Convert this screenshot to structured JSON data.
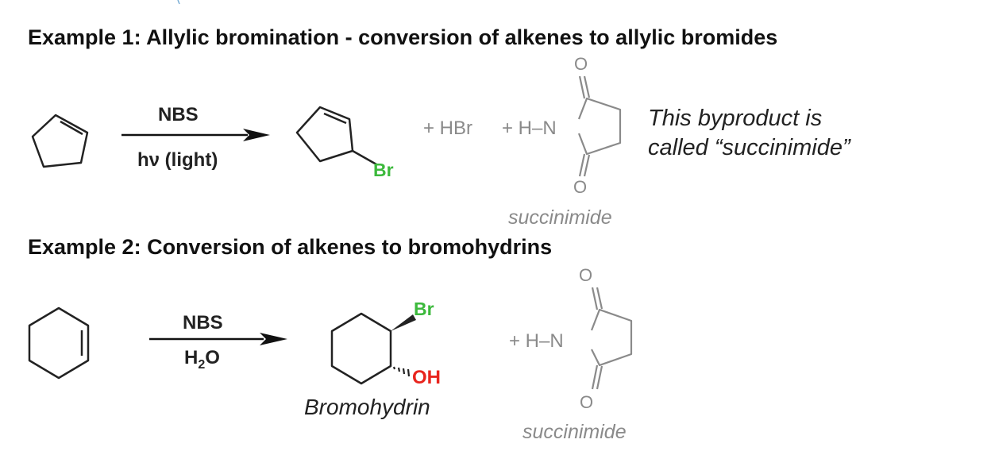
{
  "example1": {
    "heading": "Example 1: Allylic bromination - conversion of alkenes to allylic bromides",
    "reagent_top": "NBS",
    "reagent_bottom": "hν (light)",
    "product_atom": "Br",
    "byproduct_hbr": "+ HBr",
    "byproduct_nh": "+ H–N",
    "oxygen_label": "O",
    "succinimide_caption": "succinimide",
    "note_line1": "This byproduct is",
    "note_line2": "called “succinimide”"
  },
  "example2": {
    "heading": "Example 2: Conversion of alkenes to bromohydrins",
    "reagent_top": "NBS",
    "reagent_bottom_H": "H",
    "reagent_bottom_sub": "2",
    "reagent_bottom_O": "O",
    "product_br": "Br",
    "product_oh": "OH",
    "product_caption": "Bromohydrin",
    "byproduct_nh": "+ H–N",
    "oxygen_label": "O",
    "succinimide_caption": "succinimide"
  },
  "colors": {
    "bromine": "#3cb93c",
    "oxygen_hydroxyl": "#e8251e",
    "byproduct_grey": "#8a8a8a"
  }
}
